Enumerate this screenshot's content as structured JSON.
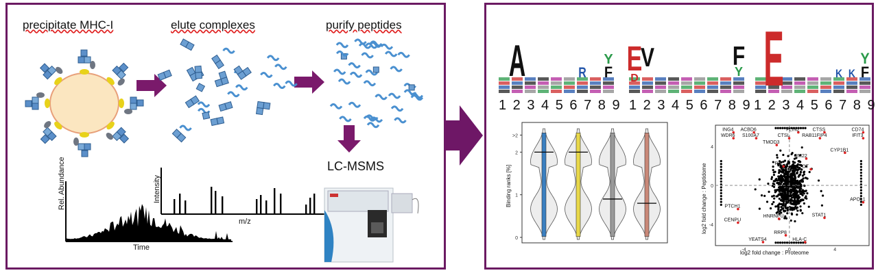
{
  "workflow": {
    "step1": "precipitate MHC-I",
    "step2": "elute complexes",
    "step3": "purify peptides",
    "step4": "LC-MSMS"
  },
  "chromatogram": {
    "ylabel": "Rel. Abundance",
    "xlabel": "Time"
  },
  "spectrum": {
    "ylabel": "Intensity",
    "xlabel": "m/z"
  },
  "logos": [
    {
      "positions": "1 2 3 4 5 6 7 8 9",
      "letters": [
        "A",
        "R",
        "Y",
        "F"
      ]
    },
    {
      "positions": "1 2 3 4 5 6 7 8 9",
      "letters": [
        "E",
        "V",
        "D",
        "F",
        "Y"
      ]
    },
    {
      "positions": "1 2 3 4 5 6 7 8 9",
      "letters": [
        "E",
        "K",
        "Y",
        "F"
      ]
    }
  ],
  "chart_data": [
    {
      "type": "violin",
      "ylabel": "Binding ranks [%]",
      "ytick_labels": [
        ">2",
        "2",
        "1",
        "0"
      ],
      "series": [
        {
          "color": "#3a7fc0",
          "median": 2.0
        },
        {
          "color": "#e8d84a",
          "median": 2.0
        },
        {
          "color": "#9a9a9a",
          "median": 0.9
        },
        {
          "color": "#c98878",
          "median": 0.8
        }
      ],
      "ylim": [
        0,
        2.6
      ]
    },
    {
      "type": "scatter",
      "xlabel": "log2 fold change : Proteome",
      "ylabel": "log2 fold change : Peptidome",
      "xticks": [
        "-4",
        "0",
        "4"
      ],
      "yticks": [
        "4",
        "0",
        "-4"
      ],
      "xlim": [
        -6.5,
        7
      ],
      "ylim": [
        -6.2,
        6.2
      ],
      "labels": [
        {
          "text": "ING4",
          "x": -5.4,
          "y": 5.6
        },
        {
          "text": "ACBD6",
          "x": -3.6,
          "y": 5.6
        },
        {
          "text": "WDR6",
          "x": -5.4,
          "y": 5.0
        },
        {
          "text": "S100A7",
          "x": -3.4,
          "y": 5.0
        },
        {
          "text": "PLIN2",
          "x": 0.3,
          "y": 5.6
        },
        {
          "text": "CTSS",
          "x": 2.6,
          "y": 5.6
        },
        {
          "text": "CTSL",
          "x": -0.5,
          "y": 5.0
        },
        {
          "text": "RAB11FIP4",
          "x": 2.2,
          "y": 5.0
        },
        {
          "text": "CD74",
          "x": 6.0,
          "y": 5.6
        },
        {
          "text": "IFIT3",
          "x": 6.0,
          "y": 5.0
        },
        {
          "text": "TMOD3",
          "x": -1.6,
          "y": 4.3
        },
        {
          "text": "CYP1B1",
          "x": 4.4,
          "y": 3.5
        },
        {
          "text": "RM22",
          "x": 1.0,
          "y": 2.9
        },
        {
          "text": "RA",
          "x": -1.0,
          "y": 2.1
        },
        {
          "text": "OT",
          "x": 1.4,
          "y": 1.8
        },
        {
          "text": "PTCH1",
          "x": -5.0,
          "y": -2.3
        },
        {
          "text": "APOL1",
          "x": 6.0,
          "y": -1.6
        },
        {
          "text": "CENPU",
          "x": -5.0,
          "y": -3.7
        },
        {
          "text": "HNRNPU",
          "x": -1.4,
          "y": -3.3
        },
        {
          "text": "STAT1",
          "x": 2.6,
          "y": -3.2
        },
        {
          "text": "RRP8",
          "x": -0.8,
          "y": -5.0
        },
        {
          "text": "YEATS4",
          "x": -2.8,
          "y": -5.7
        },
        {
          "text": "HLA-C",
          "x": 0.9,
          "y": -5.7
        }
      ]
    }
  ]
}
